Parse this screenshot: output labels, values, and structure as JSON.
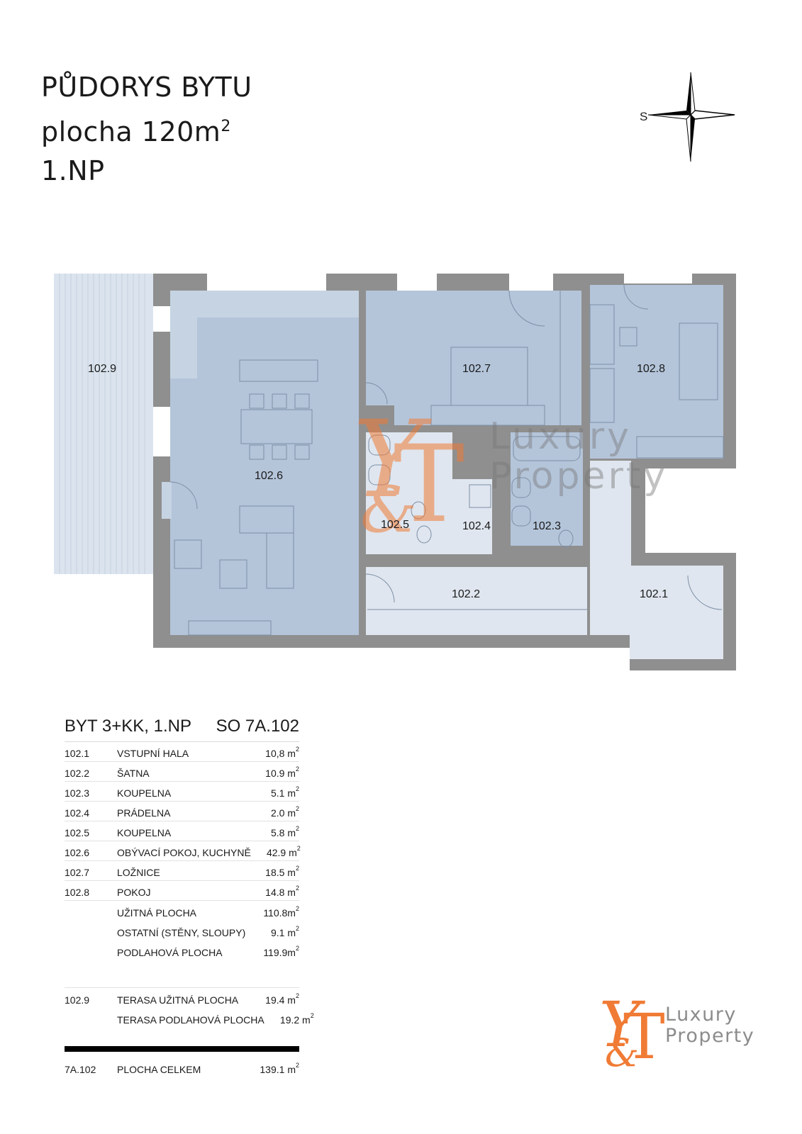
{
  "title": {
    "line1": "PŮDORYS BYTU",
    "line2": "plocha 120m",
    "line2_sup": "2",
    "line3": "1.NP"
  },
  "compass": {
    "label": "S"
  },
  "rooms": {
    "r1021": "102.1",
    "r1022": "102.2",
    "r1023": "102.3",
    "r1024": "102.4",
    "r1025": "102.5",
    "r1026": "102.6",
    "r1027": "102.7",
    "r1028": "102.8",
    "r1029": "102.9"
  },
  "table": {
    "heading_left": "BYT 3+KK, 1.NP",
    "heading_right": "SO 7A.102",
    "rows": [
      {
        "id": "102.1",
        "name": "VSTUPNÍ HALA",
        "area": "10,8 m",
        "sup": "2"
      },
      {
        "id": "102.2",
        "name": "ŠATNA",
        "area": "10.9 m",
        "sup": "2"
      },
      {
        "id": "102.3",
        "name": "KOUPELNA",
        "area": "5.1 m",
        "sup": "2"
      },
      {
        "id": "102.4",
        "name": "PRÁDELNA",
        "area": "2.0 m",
        "sup": "2"
      },
      {
        "id": "102.5",
        "name": "KOUPELNA",
        "area": "5.8 m",
        "sup": "2"
      },
      {
        "id": "102.6",
        "name": "OBÝVACÍ POKOJ, KUCHYNĚ",
        "area": "42.9 m",
        "sup": "2"
      },
      {
        "id": "102.7",
        "name": "LOŽNICE",
        "area": "18.5 m",
        "sup": "2"
      },
      {
        "id": "102.8",
        "name": "POKOJ",
        "area": "14.8 m",
        "sup": "2"
      }
    ],
    "summary": [
      {
        "name": "UŽITNÁ PLOCHA",
        "area": "110.8m",
        "sup": "2"
      },
      {
        "name": "OSTATNÍ (STĚNY, SLOUPY)",
        "area": "9.1 m",
        "sup": "2"
      },
      {
        "name": "PODLAHOVÁ PLOCHA",
        "area": "119.9m",
        "sup": "2"
      }
    ],
    "terrace": [
      {
        "id": "102.9",
        "name": "TERASA UŽITNÁ PLOCHA",
        "area": "19.4 m",
        "sup": "2"
      },
      {
        "id": "",
        "name": "TERASA PODLAHOVÁ PLOCHA",
        "area": "19.2 m",
        "sup": "2"
      }
    ],
    "total": {
      "id": "7A.102",
      "name": "PLOCHA CELKEM",
      "area": "139.1 m",
      "sup": "2"
    }
  },
  "logo": {
    "line1": "Luxury",
    "line2": "Property"
  },
  "colors": {
    "wall": "#8f8f8f",
    "room_blue": "#b4c5da",
    "room_light": "#dfe6ef",
    "brand_orange": "#f07b35",
    "watermark_grey": "#9a9a9a"
  }
}
